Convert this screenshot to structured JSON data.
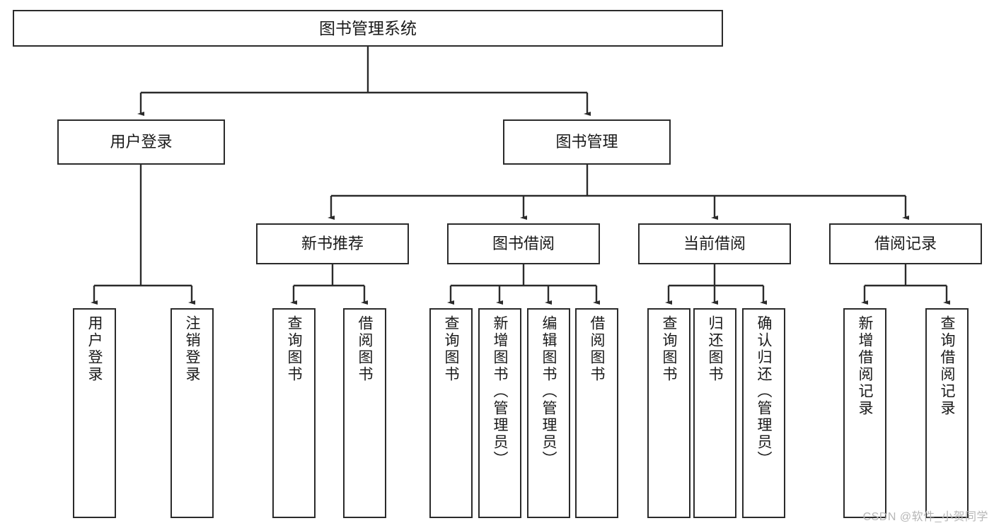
{
  "diagram": {
    "title": "图书管理系统",
    "type": "hierarchy-tree",
    "colors": {
      "box_border": "#2b2b2b",
      "box_fill": "#ffffff",
      "connector": "#2b2b2b",
      "text": "#1a1a1a",
      "watermark": "#b6b6b6"
    },
    "nodes": {
      "root": {
        "label": "图书管理系统"
      },
      "level2": [
        {
          "label": "用户登录"
        },
        {
          "label": "图书管理"
        }
      ],
      "level3": [
        {
          "label": "新书推荐"
        },
        {
          "label": "图书借阅"
        },
        {
          "label": "当前借阅"
        },
        {
          "label": "借阅记录"
        }
      ],
      "leaves_user_login": [
        {
          "label": "用户登录"
        },
        {
          "label": "注销登录"
        }
      ],
      "leaves_new_book": [
        {
          "label": "查询图书"
        },
        {
          "label": "借阅图书"
        }
      ],
      "leaves_borrow": [
        {
          "label": "查询图书"
        },
        {
          "label": "新增图书（管理员）"
        },
        {
          "label": "编辑图书（管理员）"
        },
        {
          "label": "借阅图书"
        }
      ],
      "leaves_current": [
        {
          "label": "查询图书"
        },
        {
          "label": "归还图书"
        },
        {
          "label": "确认归还（管理员）"
        }
      ],
      "leaves_records": [
        {
          "label": "新增借阅记录"
        },
        {
          "label": "查询借阅记录"
        }
      ]
    },
    "watermark": "CSDN @软件_小贺同学"
  }
}
